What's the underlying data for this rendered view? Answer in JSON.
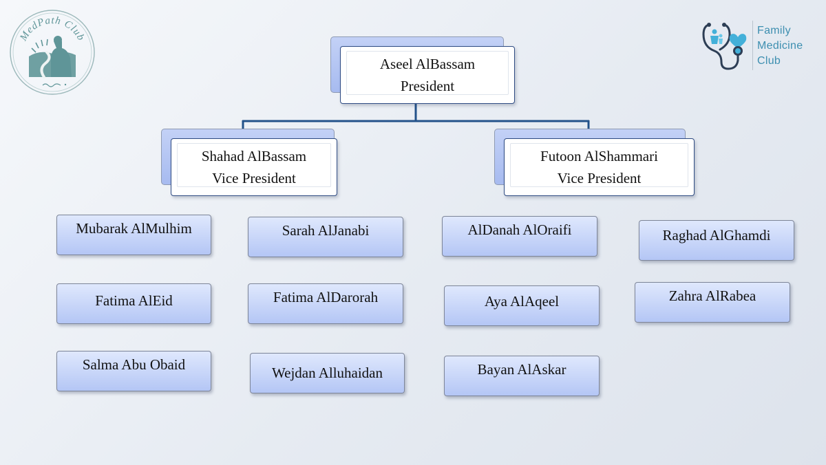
{
  "logos": {
    "medpath": {
      "arc_text": "MedPath Club",
      "color": "#5f9598"
    },
    "family_medicine": {
      "line1": "Family",
      "line2": "Medicine",
      "line3": "Club",
      "text_color": "#3d8fb0",
      "accent_color": "#43b0d9",
      "dark_color": "#2d3e55"
    }
  },
  "colors": {
    "connector": "#23528a",
    "lead_border": "#2d4a82",
    "member_gradient_top": "#dfe8fd",
    "member_gradient_bottom": "#b4c6f5"
  },
  "president": {
    "name": "Aseel AlBassam",
    "role": "President"
  },
  "vice_presidents": [
    {
      "name": "Shahad AlBassam",
      "role": "Vice President"
    },
    {
      "name": "Futoon AlShammari",
      "role": "Vice President"
    }
  ],
  "members": [
    "Mubarak AlMulhim",
    "Fatima AlEid",
    "Salma Abu Obaid",
    "Sarah AlJanabi",
    "Fatima AlDarorah",
    "Wejdan Alluhaidan",
    "AlDanah AlOraifi",
    "Aya AlAqeel",
    "Bayan AlAskar",
    "Raghad AlGhamdi",
    "Zahra AlRabea"
  ]
}
